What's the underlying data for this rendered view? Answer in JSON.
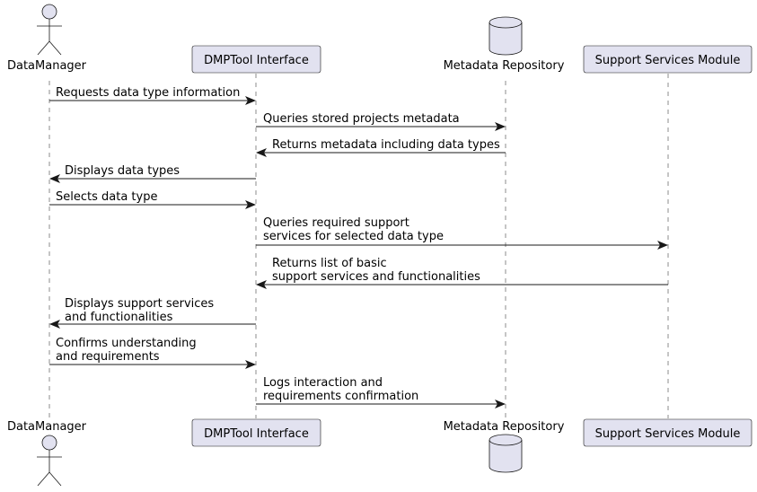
{
  "participants": {
    "data_manager": {
      "label": "DataManager",
      "kind": "actor"
    },
    "dmptool": {
      "label": "DMPTool Interface",
      "kind": "participant"
    },
    "metadata_repo": {
      "label": "Metadata Repository",
      "kind": "database"
    },
    "support_module": {
      "label": "Support Services Module",
      "kind": "participant"
    }
  },
  "messages": [
    {
      "from": "data_manager",
      "to": "dmptool",
      "lines": [
        "Requests data type information"
      ]
    },
    {
      "from": "dmptool",
      "to": "metadata_repo",
      "lines": [
        "Queries stored projects metadata"
      ]
    },
    {
      "from": "metadata_repo",
      "to": "dmptool",
      "lines": [
        "Returns metadata including data types"
      ]
    },
    {
      "from": "dmptool",
      "to": "data_manager",
      "lines": [
        "Displays data types"
      ]
    },
    {
      "from": "data_manager",
      "to": "dmptool",
      "lines": [
        "Selects data type"
      ]
    },
    {
      "from": "dmptool",
      "to": "support_module",
      "lines": [
        "Queries required support",
        "services for selected data type"
      ]
    },
    {
      "from": "support_module",
      "to": "dmptool",
      "lines": [
        "Returns list of basic",
        "support services and functionalities"
      ]
    },
    {
      "from": "dmptool",
      "to": "data_manager",
      "lines": [
        "Displays support services",
        "and functionalities"
      ]
    },
    {
      "from": "data_manager",
      "to": "dmptool",
      "lines": [
        "Confirms understanding",
        "and requirements"
      ]
    },
    {
      "from": "dmptool",
      "to": "metadata_repo",
      "lines": [
        "Logs interaction and",
        "requirements confirmation"
      ]
    }
  ],
  "colors": {
    "participant_fill": "#e2e2f0",
    "line": "#181818",
    "background": "#ffffff"
  }
}
